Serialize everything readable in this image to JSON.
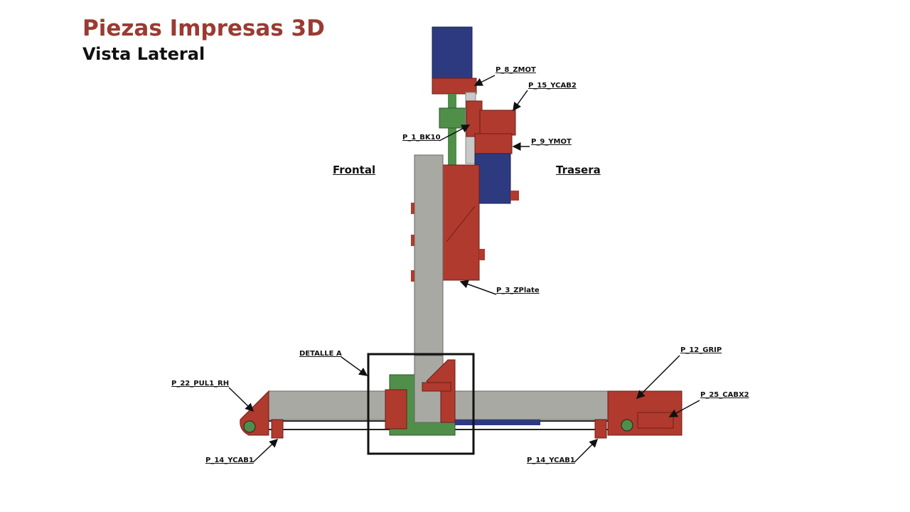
{
  "header": {
    "title": "Piezas Impresas 3D",
    "subtitle": "Vista Lateral"
  },
  "sides": {
    "front": "Frontal",
    "rear": "Trasera"
  },
  "labels": {
    "zmot": "P_8_ZMOT",
    "ycab2": "P_15_YCAB2",
    "bk10": "P_1_BK10",
    "ymot": "P_9_YMOT",
    "zplate": "P_3_ZPlate",
    "detalle": "DETALLE A",
    "grip": "P_12_GRIP",
    "pul1": "P_22_PUL1_RH",
    "cabx2": "P_25_CABX2",
    "ycab1_left": "P_14_YCAB1",
    "ycab1_right": "P_14_YCAB1"
  },
  "colors": {
    "printed": "#b03a2e",
    "motor": "#2e3a80",
    "rail": "#a9a9a4",
    "bracket": "#4f8f4a"
  }
}
